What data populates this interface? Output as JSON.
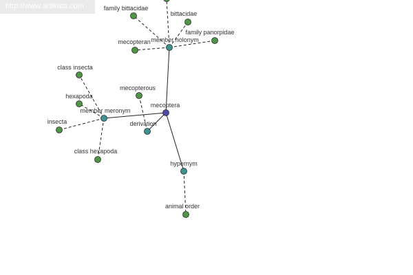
{
  "watermark": {
    "text": "http://www.artikata.com"
  },
  "colors": {
    "leaf_fill": "#4f9548",
    "relation_fill": "#3d918e",
    "center_fill": "#4f4aa5",
    "edge": "#222222",
    "label": "#333333",
    "watermark_bg": "#e9eae9",
    "watermark_text": "#ffffff"
  },
  "nodes": [
    {
      "id": "mecoptera",
      "label": "mecoptera",
      "kind": "center"
    },
    {
      "id": "member-holonym",
      "label": "member holonym",
      "kind": "relation"
    },
    {
      "id": "member-meronym",
      "label": "member meronym",
      "kind": "relation"
    },
    {
      "id": "derivation",
      "label": "derivation",
      "kind": "relation"
    },
    {
      "id": "hypernym",
      "label": "hypernym",
      "kind": "relation"
    },
    {
      "id": "family-bittacidae",
      "label": "family bittacidae",
      "kind": "leaf"
    },
    {
      "id": "bittacidae",
      "label": "bittacidae",
      "kind": "leaf"
    },
    {
      "id": "family-panorpidae",
      "label": "family panorpidae",
      "kind": "leaf"
    },
    {
      "id": "mecopteran",
      "label": "mecopteran",
      "kind": "leaf"
    },
    {
      "id": "top-cut-node",
      "label": "",
      "kind": "leaf"
    },
    {
      "id": "class-insecta",
      "label": "class insecta",
      "kind": "leaf"
    },
    {
      "id": "hexapoda",
      "label": "hexapoda",
      "kind": "leaf"
    },
    {
      "id": "insecta",
      "label": "insecta",
      "kind": "leaf"
    },
    {
      "id": "class-hexapoda",
      "label": "class hexapoda",
      "kind": "leaf"
    },
    {
      "id": "mecopterous",
      "label": "mecopterous",
      "kind": "leaf"
    },
    {
      "id": "animal-order",
      "label": "animal order",
      "kind": "leaf"
    }
  ],
  "edges": [
    {
      "from": "mecoptera",
      "to": "member-holonym",
      "style": "solid"
    },
    {
      "from": "mecoptera",
      "to": "member-meronym",
      "style": "solid"
    },
    {
      "from": "mecoptera",
      "to": "derivation",
      "style": "solid"
    },
    {
      "from": "mecoptera",
      "to": "hypernym",
      "style": "solid"
    },
    {
      "from": "member-holonym",
      "to": "family-bittacidae",
      "style": "dashed"
    },
    {
      "from": "member-holonym",
      "to": "bittacidae",
      "style": "dashed"
    },
    {
      "from": "member-holonym",
      "to": "family-panorpidae",
      "style": "dashed"
    },
    {
      "from": "member-holonym",
      "to": "mecopteran",
      "style": "dashed"
    },
    {
      "from": "member-holonym",
      "to": "top-cut-node",
      "style": "dashed"
    },
    {
      "from": "member-meronym",
      "to": "class-insecta",
      "style": "dashed"
    },
    {
      "from": "member-meronym",
      "to": "hexapoda",
      "style": "dashed"
    },
    {
      "from": "member-meronym",
      "to": "insecta",
      "style": "dashed"
    },
    {
      "from": "member-meronym",
      "to": "class-hexapoda",
      "style": "dashed"
    },
    {
      "from": "derivation",
      "to": "mecopterous",
      "style": "dashed"
    },
    {
      "from": "hypernym",
      "to": "animal-order",
      "style": "dashed"
    }
  ]
}
